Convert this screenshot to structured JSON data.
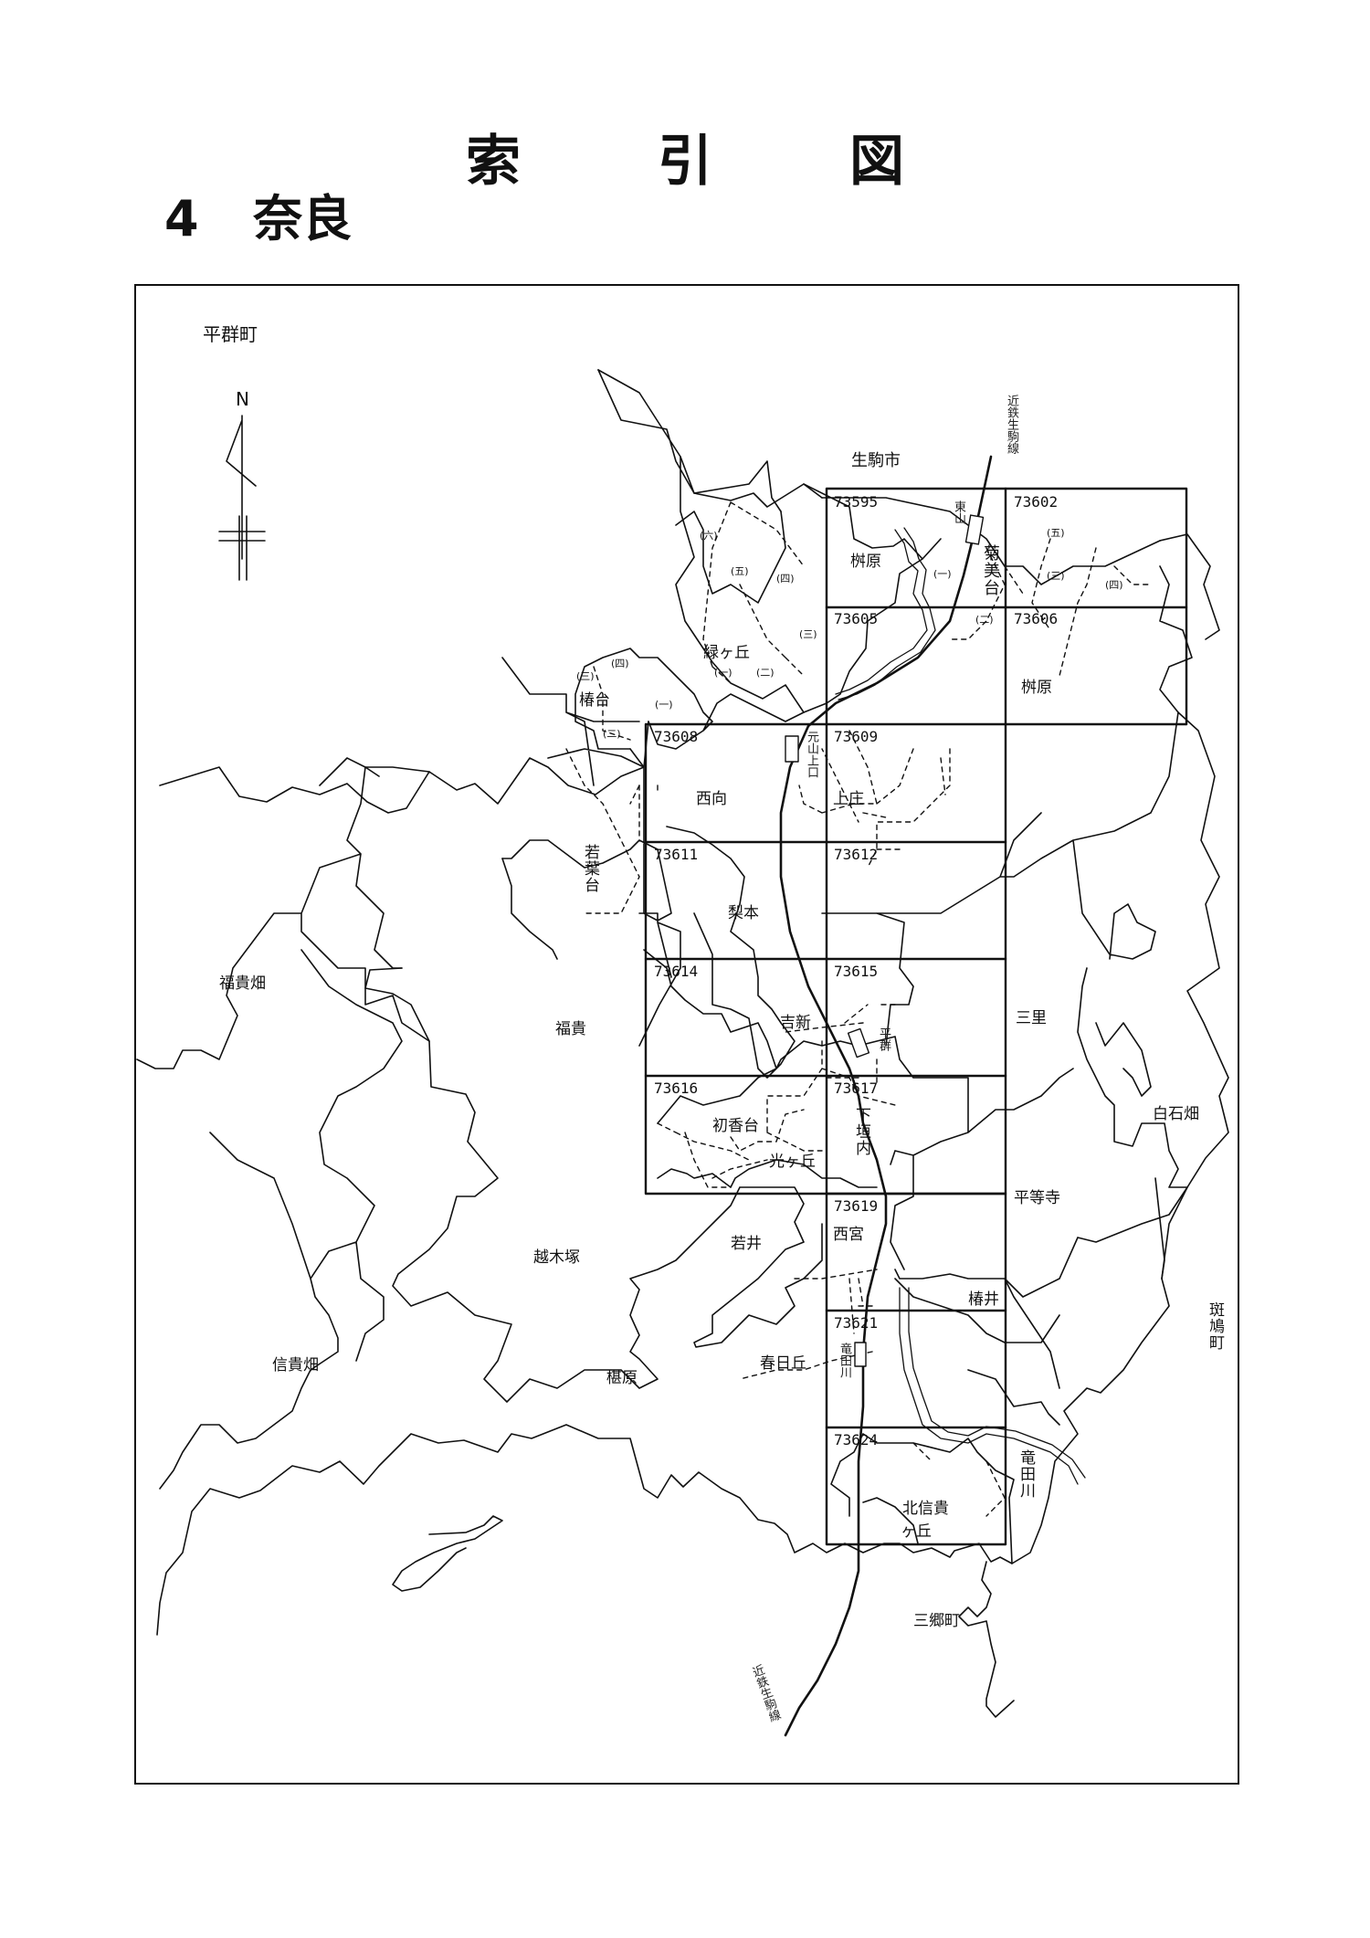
{
  "header": {
    "title_chars": [
      "索",
      "引",
      "図"
    ],
    "number": "4",
    "city": "奈良"
  },
  "map": {
    "town_name": "平群町",
    "north_label": "N",
    "railway_name": "近鉄生駒線",
    "neighbors": {
      "ikoma": "生駒市",
      "sango": "三郷町",
      "ikaruga": "斑鳩町"
    },
    "sheets": [
      "73595",
      "73602",
      "73605",
      "73606",
      "73608",
      "73609",
      "73611",
      "73612",
      "73614",
      "73615",
      "73616",
      "73617",
      "73619",
      "73621",
      "73624"
    ],
    "stations": {
      "higashiyama": "東山",
      "motoyamakamiguchi": "元山上口",
      "heguri": "平群",
      "tatsutagawa": "竜田川"
    },
    "areas": {
      "fukikihata": "福貴畑",
      "fuki": "福貴",
      "tsubakidai": "椿台",
      "midorigaoka": "緑ヶ丘",
      "wakabadai": "若葉台",
      "masuhara_nw": "桝原",
      "kikumidai": "菊美台",
      "masuhara_e": "桝原",
      "nishimuki": "西向",
      "kamisho": "上庄",
      "nashimoto": "梨本",
      "yoshishin": "吉新",
      "misato": "三里",
      "hatsukadai": "初香台",
      "hikarigaoka": "光ヶ丘",
      "shimogaito": "下垣内",
      "shiraishibata": "白石畑",
      "byodoji": "平等寺",
      "wakai": "若井",
      "nishinomiya": "西宮",
      "tsubai": "椿井",
      "koshikizuka": "越木塚",
      "shigihata": "信貴畑",
      "kusuhara": "椹原",
      "kasugaoka": "春日丘",
      "tatsutagawa_area": "竜田川",
      "kitashigigaoka_1": "北信貴",
      "kitashigigaoka_2": "ヶ丘"
    },
    "subdivisions": {
      "roku": "(六)",
      "go": "(五)",
      "yon": "(四)",
      "san": "(三)",
      "ni": "(二)",
      "ichi": "(一)"
    }
  }
}
